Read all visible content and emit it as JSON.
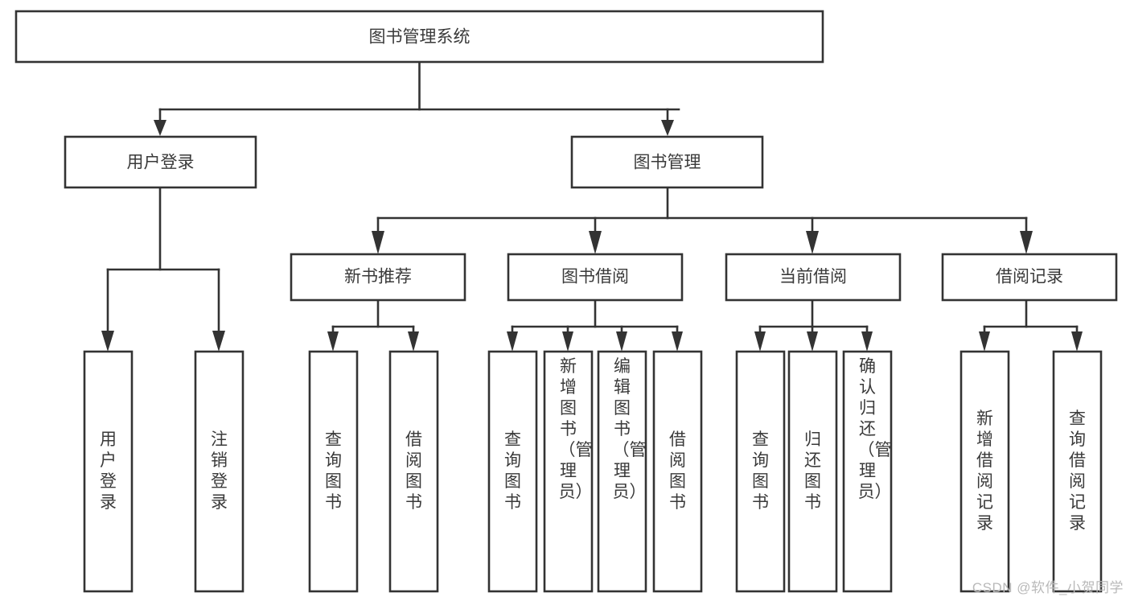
{
  "diagram": {
    "type": "tree-hierarchy",
    "title": "图书管理系统",
    "watermark": "CSDN @软件_小贺同学",
    "colors": {
      "box_stroke": "#333333",
      "box_fill": "#ffffff",
      "text": "#3a3a3a",
      "background": "#ffffff",
      "watermark": "#b9b9b9"
    },
    "levels": {
      "root": "图书管理系统",
      "level2": [
        "用户登录",
        "图书管理"
      ],
      "level3": [
        "新书推荐",
        "图书借阅",
        "当前借阅",
        "借阅记录"
      ]
    },
    "nodes": {
      "root": {
        "label": "图书管理系统",
        "orientation": "horizontal"
      },
      "user_login": {
        "label": "用户登录",
        "orientation": "horizontal"
      },
      "book_manage": {
        "label": "图书管理",
        "orientation": "horizontal"
      },
      "new_book_rec": {
        "label": "新书推荐",
        "orientation": "horizontal"
      },
      "book_borrow": {
        "label": "图书借阅",
        "orientation": "horizontal"
      },
      "current_borrow": {
        "label": "当前借阅",
        "orientation": "horizontal"
      },
      "borrow_record": {
        "label": "借阅记录",
        "orientation": "horizontal"
      },
      "leaf_1": {
        "label": "用户登录",
        "orientation": "vertical"
      },
      "leaf_2": {
        "label": "注销登录",
        "orientation": "vertical"
      },
      "leaf_3": {
        "label": "查询图书",
        "orientation": "vertical"
      },
      "leaf_4": {
        "label": "借阅图书",
        "orientation": "vertical"
      },
      "leaf_5": {
        "label": "查询图书",
        "orientation": "vertical"
      },
      "leaf_6": {
        "label": "新增图书（管理员）",
        "orientation": "vertical"
      },
      "leaf_7": {
        "label": "编辑图书（管理员）",
        "orientation": "vertical"
      },
      "leaf_8": {
        "label": "借阅图书",
        "orientation": "vertical"
      },
      "leaf_9": {
        "label": "查询图书",
        "orientation": "vertical"
      },
      "leaf_10": {
        "label": "归还图书",
        "orientation": "vertical"
      },
      "leaf_11": {
        "label": "确认归还（管理员）",
        "orientation": "vertical"
      },
      "leaf_12": {
        "label": "新增借阅记录",
        "orientation": "vertical"
      },
      "leaf_13": {
        "label": "查询借阅记录",
        "orientation": "vertical"
      }
    },
    "edges": [
      {
        "from": "root",
        "to": "user_login"
      },
      {
        "from": "root",
        "to": "book_manage"
      },
      {
        "from": "user_login",
        "to": "leaf_1"
      },
      {
        "from": "user_login",
        "to": "leaf_2"
      },
      {
        "from": "book_manage",
        "to": "new_book_rec"
      },
      {
        "from": "book_manage",
        "to": "book_borrow"
      },
      {
        "from": "book_manage",
        "to": "current_borrow"
      },
      {
        "from": "book_manage",
        "to": "borrow_record"
      },
      {
        "from": "new_book_rec",
        "to": "leaf_3"
      },
      {
        "from": "new_book_rec",
        "to": "leaf_4"
      },
      {
        "from": "book_borrow",
        "to": "leaf_5"
      },
      {
        "from": "book_borrow",
        "to": "leaf_6"
      },
      {
        "from": "book_borrow",
        "to": "leaf_7"
      },
      {
        "from": "book_borrow",
        "to": "leaf_8"
      },
      {
        "from": "current_borrow",
        "to": "leaf_9"
      },
      {
        "from": "current_borrow",
        "to": "leaf_10"
      },
      {
        "from": "current_borrow",
        "to": "leaf_11"
      },
      {
        "from": "borrow_record",
        "to": "leaf_12"
      },
      {
        "from": "borrow_record",
        "to": "leaf_13"
      }
    ]
  }
}
